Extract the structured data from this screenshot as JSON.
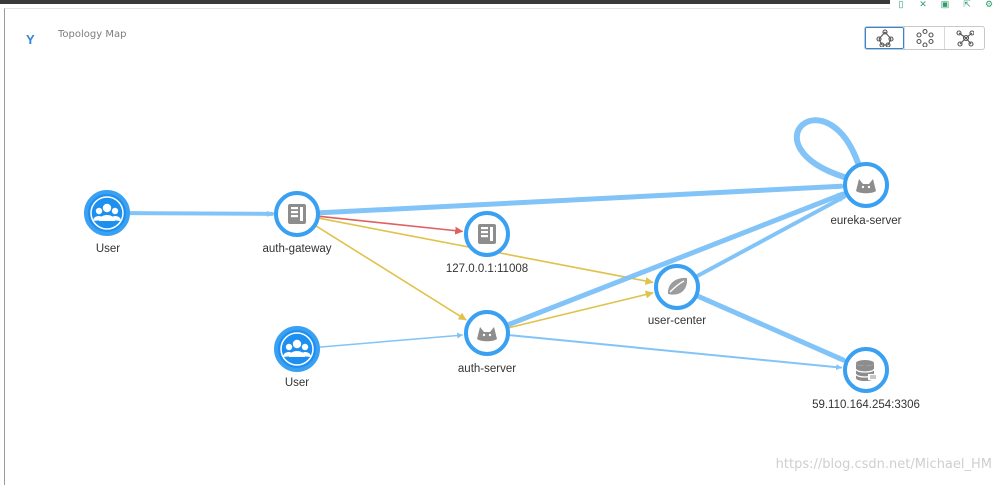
{
  "header": {
    "title": "Topology Map",
    "logo_glyph": "Y"
  },
  "corner_tools": [
    {
      "name": "bookmark-icon",
      "glyph": "▯"
    },
    {
      "name": "collapse-icon",
      "glyph": "✕"
    },
    {
      "name": "save-icon",
      "glyph": "▣"
    },
    {
      "name": "export-icon",
      "glyph": "⇱"
    },
    {
      "name": "settings-icon",
      "glyph": "⚙"
    }
  ],
  "layout_buttons": [
    {
      "name": "layout-tree-button",
      "icon": "tree-layout-icon",
      "active": true
    },
    {
      "name": "layout-circle-button",
      "icon": "circle-layout-icon",
      "active": false
    },
    {
      "name": "layout-force-button",
      "icon": "force-layout-icon",
      "active": false
    }
  ],
  "colors": {
    "node_ring": "#39a0f2",
    "node_fill": "#1d8ff0",
    "edge_main": "#7cc1f7",
    "edge_warn": "#e0c24c",
    "edge_error": "#e06060",
    "service_icon": "#8d8d8d"
  },
  "nodes": [
    {
      "id": "user1",
      "label": "User",
      "icon": "users-icon"
    },
    {
      "id": "gateway",
      "label": "auth-gateway",
      "icon": "server-icon"
    },
    {
      "id": "host",
      "label": "127.0.0.1:11008",
      "icon": "server-icon"
    },
    {
      "id": "user2",
      "label": "User",
      "icon": "users-icon"
    },
    {
      "id": "auth",
      "label": "auth-server",
      "icon": "tomcat-icon"
    },
    {
      "id": "center",
      "label": "user-center",
      "icon": "spring-icon"
    },
    {
      "id": "eureka",
      "label": "eureka-server",
      "icon": "tomcat-icon"
    },
    {
      "id": "db",
      "label": "59.110.164.254:3306",
      "icon": "database-icon"
    }
  ],
  "edges": [
    {
      "from": "user1",
      "to": "gateway",
      "status": "normal"
    },
    {
      "from": "gateway",
      "to": "eureka",
      "status": "normal"
    },
    {
      "from": "gateway",
      "to": "host",
      "status": "error"
    },
    {
      "from": "gateway",
      "to": "center",
      "status": "warn"
    },
    {
      "from": "gateway",
      "to": "auth",
      "status": "warn"
    },
    {
      "from": "user2",
      "to": "auth",
      "status": "normal"
    },
    {
      "from": "auth",
      "to": "eureka",
      "status": "normal"
    },
    {
      "from": "auth",
      "to": "center",
      "status": "warn"
    },
    {
      "from": "auth",
      "to": "db",
      "status": "normal"
    },
    {
      "from": "center",
      "to": "eureka",
      "status": "normal"
    },
    {
      "from": "center",
      "to": "db",
      "status": "normal"
    },
    {
      "from": "eureka",
      "to": "eureka",
      "status": "normal"
    }
  ],
  "watermark": "https://blog.csdn.net/Michael_HM"
}
